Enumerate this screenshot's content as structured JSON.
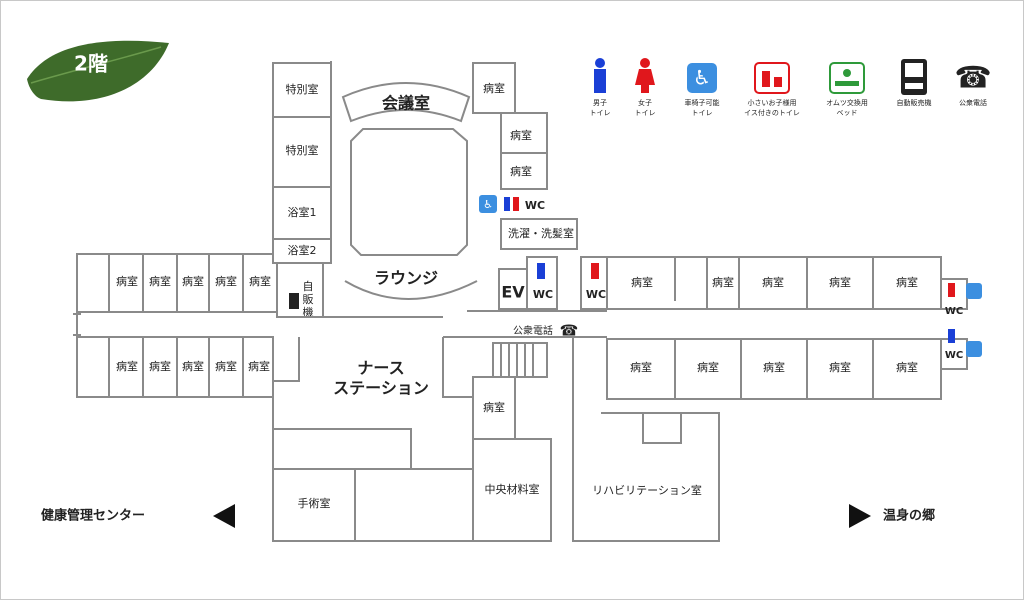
{
  "floor": {
    "label": "2階",
    "leaf_color": "#3e6b2a"
  },
  "legend": [
    {
      "icon": "male-toilet-icon",
      "line1": "男子",
      "line2": "トイレ",
      "color": "#1a3fd6"
    },
    {
      "icon": "female-toilet-icon",
      "line1": "女子",
      "line2": "トイレ",
      "color": "#e0171c"
    },
    {
      "icon": "wheelchair-icon",
      "line1": "車椅子可能",
      "line2": "トイレ",
      "color": "#3c8fe0"
    },
    {
      "icon": "child-toilet-icon",
      "line1": "小さいお子様用",
      "line2": "イス付きのトイレ",
      "color": "#e0171c"
    },
    {
      "icon": "diaper-changing-icon",
      "line1": "オムツ交換用",
      "line2": "ベッド",
      "color": "#2e9a3a"
    },
    {
      "icon": "vending-machine-icon",
      "line1": "自動販売機",
      "line2": "",
      "color": "#222222"
    },
    {
      "icon": "public-phone-icon",
      "line1": "公衆電話",
      "line2": "",
      "color": "#222222"
    }
  ],
  "rooms": {
    "tokubetsu1": "特別室",
    "tokubetsu2": "特別室",
    "yoku1": "浴室1",
    "yoku2": "浴室2",
    "kaigi": "会議室",
    "lounge": "ラウンジ",
    "byo": "病室",
    "wc": "WC",
    "sentaku": "洗濯・洗髪室",
    "ev": "EV",
    "koshu": "公衆電話",
    "nurse1": "ナース",
    "nurse2": "ステーション",
    "shujutsu": "手術室",
    "chuo": "中央材料室",
    "reha": "リハビリテーション室",
    "jihan1": "自",
    "jihan2": "販",
    "jihan3": "機"
  },
  "nav": {
    "left": "健康管理センター",
    "right": "温身の郷"
  },
  "colors": {
    "wall": "#8a8a8a",
    "male": "#1a3fd6",
    "female": "#e0171c",
    "wheelchair": "#3c8fe0"
  }
}
